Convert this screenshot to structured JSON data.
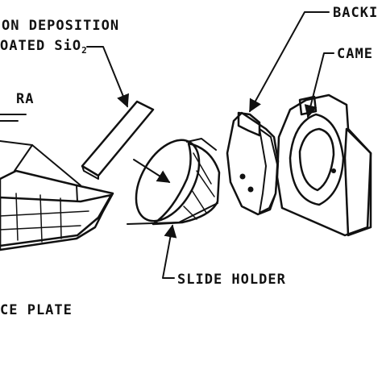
{
  "labels": {
    "deposition_line1": "ON DEPOSITION",
    "deposition_line2": "OATED SiO",
    "deposition_subscript": "2",
    "camera_left": "RA",
    "backing": "BACKI",
    "camera_right": "CAME",
    "slide_holder": "SLIDE HOLDER",
    "base_plate": "CE PLATE"
  },
  "colors": {
    "ink": "#111111",
    "background": "#ffffff"
  }
}
